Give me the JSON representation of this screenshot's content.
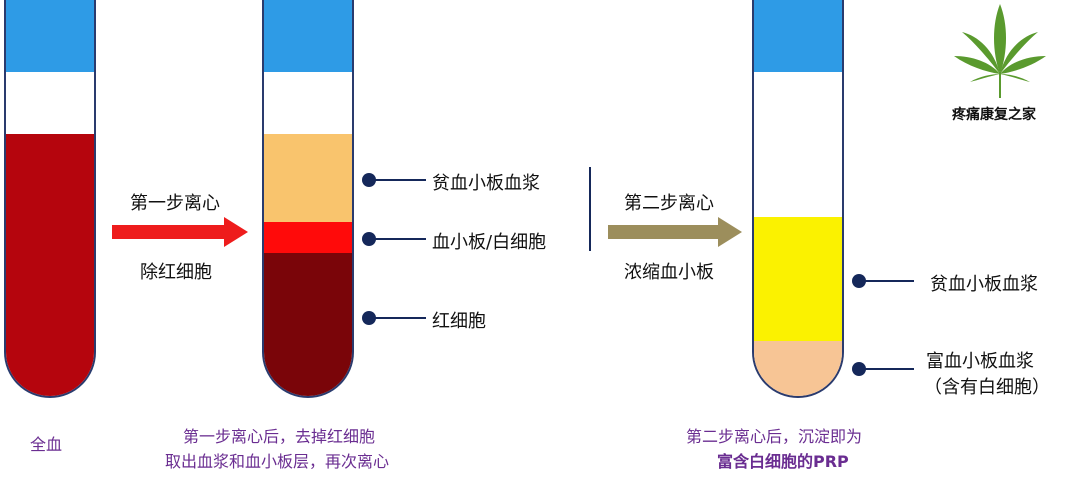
{
  "colors": {
    "cap_blue": "#2e9be6",
    "whole_blood": "#b5050d",
    "poor_plasma": "#f9c46d",
    "buffy_coat": "#ff0a0a",
    "red_cells": "#7a0509",
    "yellow_plasma": "#fbf200",
    "prp": "#f7c595",
    "arrow_red": "#ee1c1c",
    "arrow_olive": "#9c8e5c",
    "caption_purple": "#6a2d91",
    "pointer_navy": "#15285a"
  },
  "tube1": {
    "caption": "全血"
  },
  "step1": {
    "top_label": "第一步离心",
    "bottom_label": "除红细胞"
  },
  "tube2": {
    "labels": [
      "贫血小板血浆",
      "血小板/白细胞",
      "红细胞"
    ],
    "caption_line1": "第一步离心后，去掉红细胞",
    "caption_line2": "取出血浆和血小板层，再次离心"
  },
  "step2": {
    "top_label": "第二步离心",
    "bottom_label": "浓缩血小板"
  },
  "tube3": {
    "label_top": "贫血小板血浆",
    "label_bottom_line1": "富血小板血浆",
    "label_bottom_line2": "（含有白细胞）",
    "caption_line1": "第二步离心后，沉淀即为",
    "caption_line2": "富含白细胞的PRP"
  },
  "logo": {
    "text": "疼痛康复之家",
    "icon": "leaf-icon"
  }
}
